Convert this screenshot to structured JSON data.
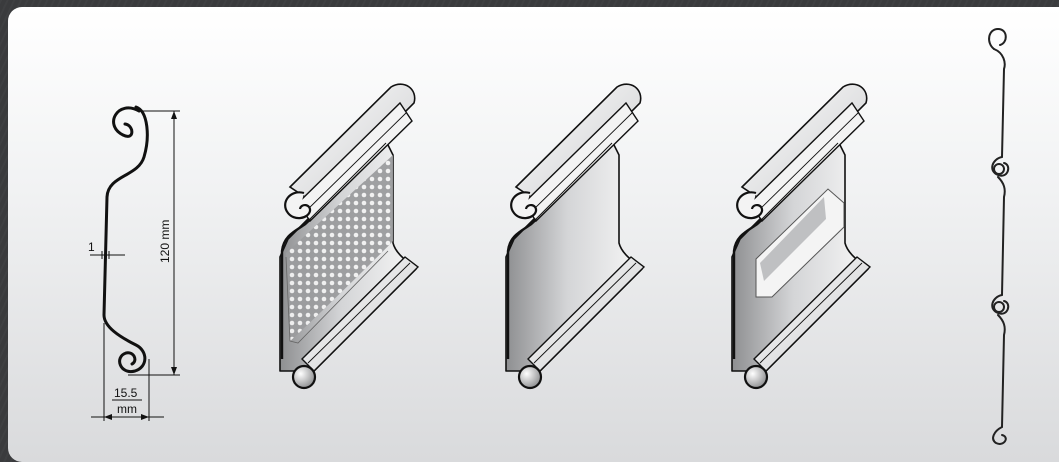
{
  "diagram": {
    "dimensions": {
      "thickness": "1",
      "height": "120 mm",
      "depth_value": "15.5",
      "depth_unit": "mm"
    },
    "colors": {
      "background": "#3a3b3d",
      "panel_top": "#ffffff",
      "panel_bottom": "#d9dadc",
      "outline": "#111111",
      "slat_light": "#f2f2f2",
      "slat_dark": "#9a9a9a"
    },
    "slats": [
      {
        "variant": "perforated"
      },
      {
        "variant": "solid"
      },
      {
        "variant": "windowed"
      }
    ]
  }
}
